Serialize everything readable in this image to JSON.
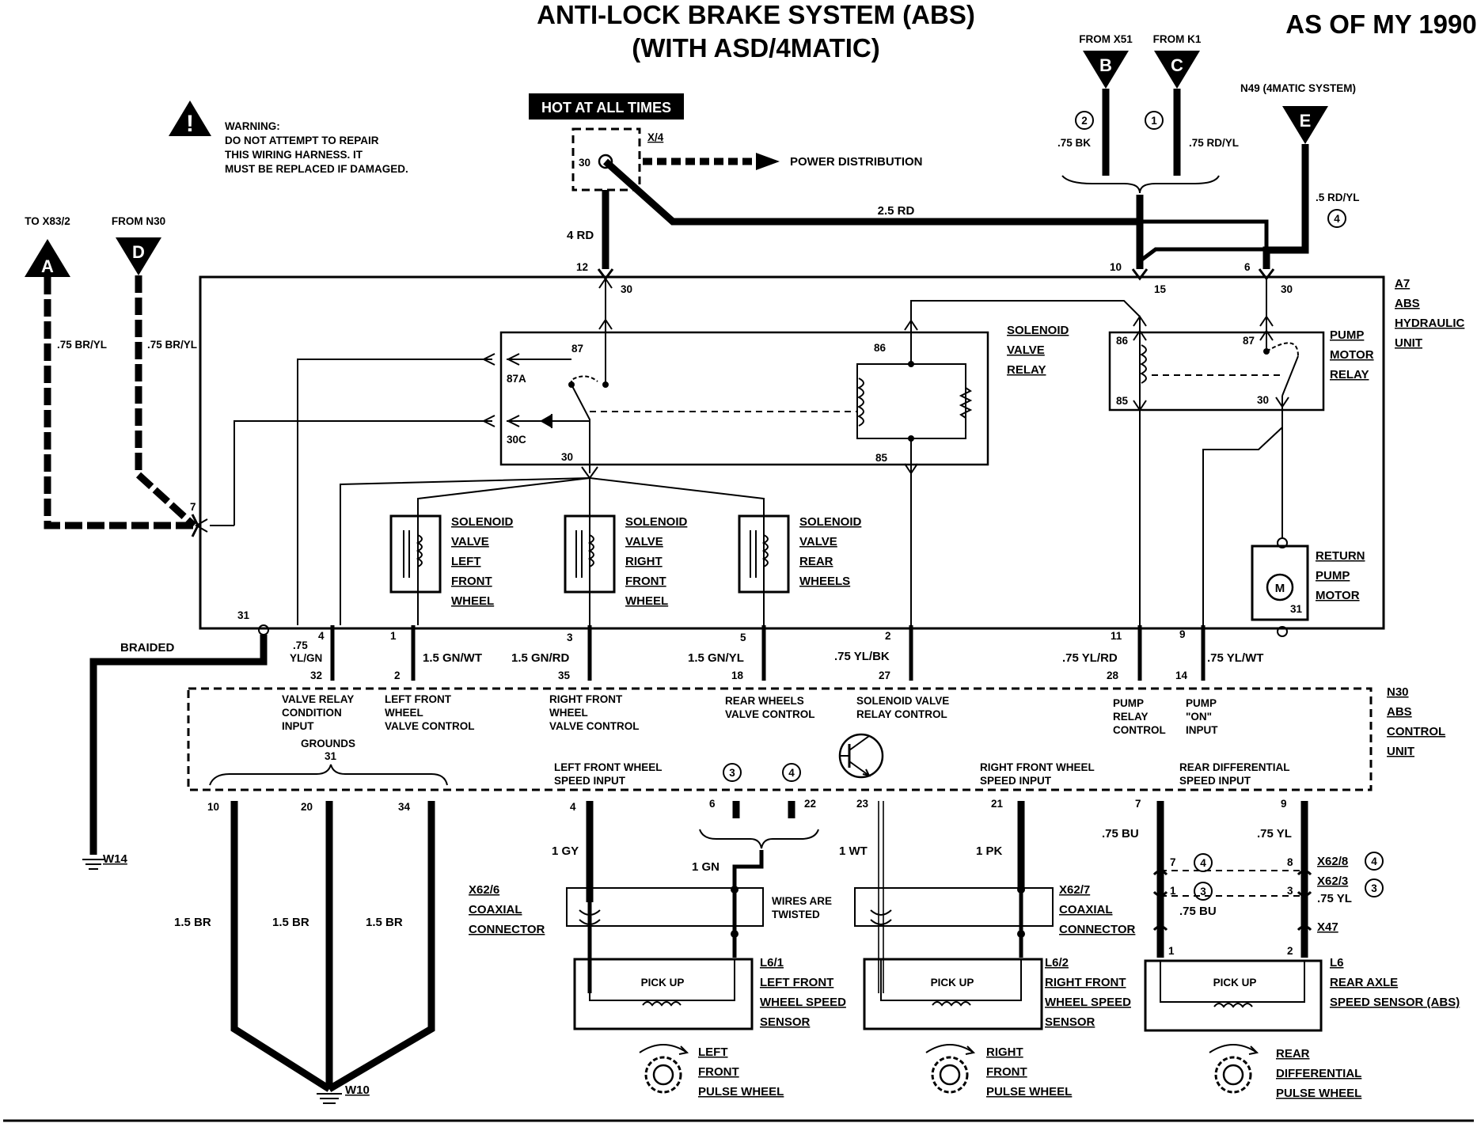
{
  "title": {
    "line1": "ANTI-LOCK BRAKE SYSTEM (ABS)",
    "line2": "(WITH ASD/4MATIC)",
    "model_year": "AS OF MY 1990"
  },
  "warning": {
    "label": "WARNING:",
    "line1": "DO NOT ATTEMPT TO REPAIR",
    "line2": "THIS WIRING HARNESS. IT",
    "line3": "MUST BE REPLACED IF DAMAGED."
  },
  "power": {
    "hot_label": "HOT AT ALL TIMES",
    "connector": "X/4",
    "pin": "30",
    "distribution": "POWER DISTRIBUTION"
  },
  "connectors": {
    "A": {
      "letter": "A",
      "label": "TO X83/2",
      "wire": ".75 BR/YL"
    },
    "D": {
      "letter": "D",
      "label": "FROM N30",
      "wire": ".75 BR/YL"
    },
    "B": {
      "letter": "B",
      "label": "FROM X51",
      "circle": "2",
      "wire": ".75 BK"
    },
    "C": {
      "letter": "C",
      "label": "FROM K1",
      "circle": "1",
      "wire": ".75 RD/YL"
    },
    "E": {
      "letter": "E",
      "label": "N49 (4MATIC SYSTEM)",
      "circle": "4",
      "wire": ".5 RD/YL"
    }
  },
  "wires_top": {
    "w4rd": "4 RD",
    "w25rd": "2.5 RD"
  },
  "a7": {
    "label": [
      "A7",
      "ABS",
      "HYDRAULIC",
      "UNIT"
    ],
    "top_pins": {
      "p12": "12",
      "p10": "10",
      "p6": "6",
      "in30a": "30",
      "in15": "15",
      "in30b": "30"
    },
    "side_pin": "7",
    "bottom_pins": {
      "p31": "31",
      "p4": "4",
      "p1": "1",
      "p3": "3",
      "p5": "5",
      "p2": "2",
      "p11": "11",
      "p9": "9"
    },
    "sv_relay": {
      "label": [
        "SOLENOID",
        "VALVE",
        "RELAY"
      ],
      "t87": "87",
      "t87a": "87A",
      "t30c": "30C",
      "t30": "30",
      "t86": "86",
      "t85": "85"
    },
    "pm_relay": {
      "label": [
        "PUMP",
        "MOTOR",
        "RELAY"
      ],
      "t86": "86",
      "t85": "85",
      "t87": "87",
      "t30": "30"
    },
    "valves": [
      {
        "label": [
          "SOLENOID",
          "VALVE",
          "LEFT",
          "FRONT",
          "WHEEL"
        ]
      },
      {
        "label": [
          "SOLENOID",
          "VALVE",
          "RIGHT",
          "FRONT",
          "WHEEL"
        ]
      },
      {
        "label": [
          "SOLENOID",
          "VALVE",
          "REAR",
          "WHEELS"
        ]
      }
    ],
    "pump": {
      "label": [
        "RETURN",
        "PUMP",
        "MOTOR"
      ],
      "letter": "M",
      "pin": "31"
    }
  },
  "mid_wires": {
    "braided": "BRAIDED",
    "w1": [
      ".75",
      "YL/GN"
    ],
    "w2": "1.5 GN/WT",
    "w3": "1.5 GN/RD",
    "w4": "1.5 GN/YL",
    "w5": ".75 YL/BK",
    "w6": ".75 YL/RD",
    "w7": ".75 YL/WT"
  },
  "n30": {
    "label": [
      "N30",
      "ABS",
      "CONTROL",
      "UNIT"
    ],
    "pins_top": {
      "p32": "32",
      "p2": "2",
      "p35": "35",
      "p18": "18",
      "p27": "27",
      "p28": "28",
      "p14": "14"
    },
    "desc": {
      "vr": [
        "VALVE RELAY",
        "CONDITION",
        "INPUT"
      ],
      "lf": [
        "LEFT FRONT",
        "WHEEL",
        "VALVE CONTROL"
      ],
      "rf": [
        "RIGHT FRONT",
        "WHEEL",
        "VALVE CONTROL"
      ],
      "rw": [
        "REAR WHEELS",
        "VALVE CONTROL"
      ],
      "svr": [
        "SOLENOID VALVE",
        "RELAY CONTROL"
      ],
      "prc": [
        "PUMP",
        "RELAY",
        "CONTROL"
      ],
      "pon": [
        "PUMP",
        "\"ON\"",
        "INPUT"
      ],
      "grounds": [
        "GROUNDS",
        "31"
      ],
      "lfws": [
        "LEFT FRONT WHEEL",
        "SPEED INPUT"
      ],
      "rfws": [
        "RIGHT FRONT WHEEL",
        "SPEED INPUT"
      ],
      "rdws": [
        "REAR DIFFERENTIAL",
        "SPEED INPUT"
      ]
    },
    "pins_bottom": {
      "p10": "10",
      "p20": "20",
      "p34": "34",
      "p4": "4",
      "p6": "6",
      "p22": "22",
      "p23": "23",
      "p21": "21",
      "p7": "7",
      "p9": "9"
    },
    "circles": {
      "c3": "3",
      "c4": "4"
    }
  },
  "lower": {
    "w14": "W14",
    "w10": "W10",
    "gnd_wire": "1.5 BR",
    "gy": "1 GY",
    "gn": "1 GN",
    "wt": "1 WT",
    "pk": "1 PK",
    "twisted": [
      "WIRES ARE",
      "TWISTED"
    ],
    "bu": ".75 BU",
    "yl": ".75 YL",
    "bu2": ".75 BU",
    "yl2": ".75 YL",
    "x62_6": [
      "X62/6",
      "COAXIAL",
      "CONNECTOR"
    ],
    "x62_7": [
      "X62/7",
      "COAXIAL",
      "CONNECTOR"
    ],
    "x62_8": "X62/8",
    "x62_3": "X62/3",
    "x47": "X47",
    "rp_pins": {
      "p7": "7",
      "p8": "8",
      "p1": "1",
      "p3": "3",
      "p1b": "1",
      "p2b": "2"
    },
    "rp_circles": {
      "c4a": "4",
      "c3a": "3",
      "c4b": "4",
      "c3b": "3"
    },
    "pickup": "PICK UP",
    "sensors": {
      "l61": [
        "L6/1",
        "LEFT FRONT",
        "WHEEL SPEED",
        "SENSOR"
      ],
      "l62": [
        "L6/2",
        "RIGHT FRONT",
        "WHEEL SPEED",
        "SENSOR"
      ],
      "l6": [
        "L6",
        "REAR AXLE",
        "SPEED SENSOR (ABS)"
      ]
    },
    "wheels": {
      "lf": [
        "LEFT",
        "FRONT",
        "PULSE WHEEL"
      ],
      "rf": [
        "RIGHT",
        "FRONT",
        "PULSE WHEEL"
      ],
      "rd": [
        "REAR",
        "DIFFERENTIAL",
        "PULSE WHEEL"
      ]
    }
  }
}
